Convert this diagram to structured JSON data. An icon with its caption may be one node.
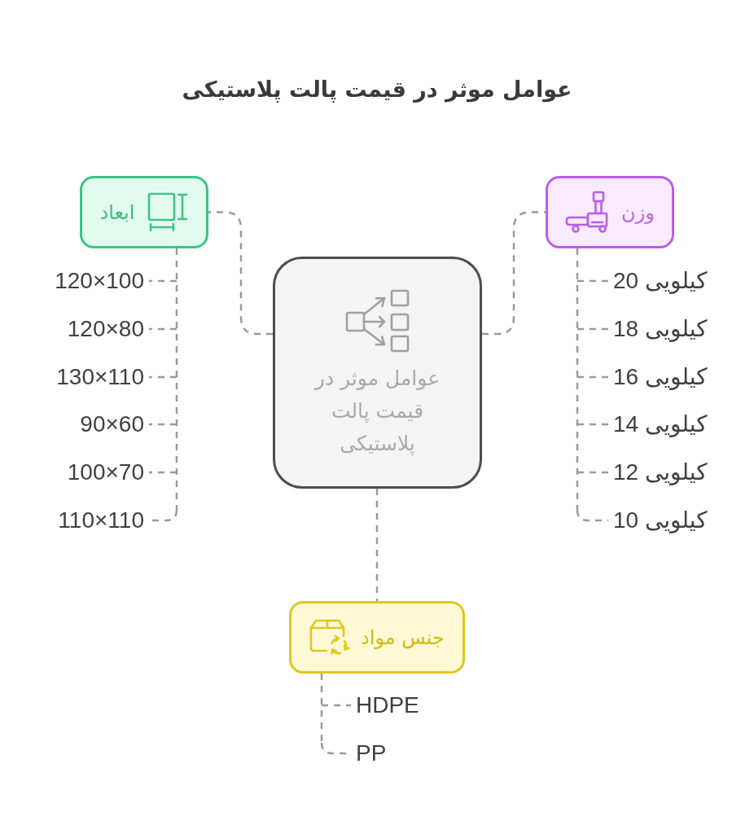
{
  "diagram": {
    "title": "عوامل موثر در قیمت پالت پلاستیکی",
    "nodes": [
      {
        "text": [
          "عوامل موثر در قیمت پالت پلاستیکی"
        ]
      },
      {
        "text": [
          "ابعاد"
        ]
      },
      {
        "text": [
          "120×100"
        ]
      },
      {
        "text": [
          "120×80"
        ]
      },
      {
        "text": [
          "130×110"
        ]
      },
      {
        "text": [
          "90×60"
        ]
      },
      {
        "text": [
          "100×70"
        ]
      },
      {
        "text": [
          "110×110"
        ]
      },
      {
        "text": [
          "وزن"
        ]
      },
      {
        "text": [
          "20 کیلویی"
        ]
      },
      {
        "text": [
          "18 کیلویی"
        ]
      },
      {
        "text": [
          "16 کیلویی"
        ]
      },
      {
        "text": [
          "14 کیلویی"
        ]
      },
      {
        "text": [
          "12 کیلویی"
        ]
      },
      {
        "text": [
          "10 کیلویی"
        ]
      },
      {
        "text": [
          "جنس مواد"
        ]
      },
      {
        "text": [
          "HDPE"
        ]
      },
      {
        "text": [
          "PP"
        ]
      }
    ],
    "edges": [
      {
        "from": 0,
        "to": 1,
        "arrow": "none",
        "style": "dashed"
      },
      {
        "from": 0,
        "to": 8,
        "arrow": "none",
        "style": "dashed"
      },
      {
        "from": 0,
        "to": 15,
        "arrow": "none",
        "style": "dashed"
      },
      {
        "from": 1,
        "to": 2,
        "arrow": "none",
        "style": "dashed"
      },
      {
        "from": 1,
        "to": 3,
        "arrow": "none",
        "style": "dashed"
      },
      {
        "from": 1,
        "to": 4,
        "arrow": "none",
        "style": "dashed"
      },
      {
        "from": 1,
        "to": 5,
        "arrow": "none",
        "style": "dashed"
      },
      {
        "from": 1,
        "to": 6,
        "arrow": "none",
        "style": "dashed"
      },
      {
        "from": 1,
        "to": 7,
        "arrow": "none",
        "style": "dashed"
      },
      {
        "from": 8,
        "to": 9,
        "arrow": "none",
        "style": "dashed"
      },
      {
        "from": 8,
        "to": 10,
        "arrow": "none",
        "style": "dashed"
      },
      {
        "from": 8,
        "to": 11,
        "arrow": "none",
        "style": "dashed"
      },
      {
        "from": 8,
        "to": 12,
        "arrow": "none",
        "style": "dashed"
      },
      {
        "from": 8,
        "to": 13,
        "arrow": "none",
        "style": "dashed"
      },
      {
        "from": 8,
        "to": 14,
        "arrow": "none",
        "style": "dashed"
      },
      {
        "from": 15,
        "to": 16,
        "arrow": "none",
        "style": "dashed"
      },
      {
        "from": 15,
        "to": 17,
        "arrow": "none",
        "style": "dashed"
      }
    ]
  }
}
